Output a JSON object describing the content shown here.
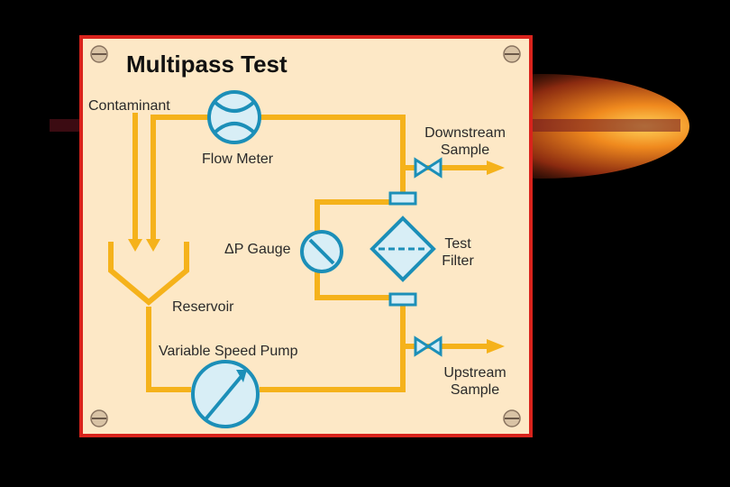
{
  "title": "Multipass Test",
  "labels": {
    "contaminant": "Contaminant",
    "flow_meter": "Flow Meter",
    "downstream_line1": "Downstream",
    "downstream_line2": "Sample",
    "dp_gauge": "ΔP Gauge",
    "test_filter_line1": "Test",
    "test_filter_line2": "Filter",
    "reservoir": "Reservoir",
    "pump": "Variable Speed Pump",
    "upstream_line1": "Upstream",
    "upstream_line2": "Sample"
  },
  "colors": {
    "background": "#000000",
    "panel": "#fde8c6",
    "panel_border": "#d9231c",
    "pipe": "#f5b21b",
    "component": "#1c8fb8",
    "component_fill": "#d8eef6",
    "arrow": "#f5b21b",
    "glow": "#e0561a"
  }
}
